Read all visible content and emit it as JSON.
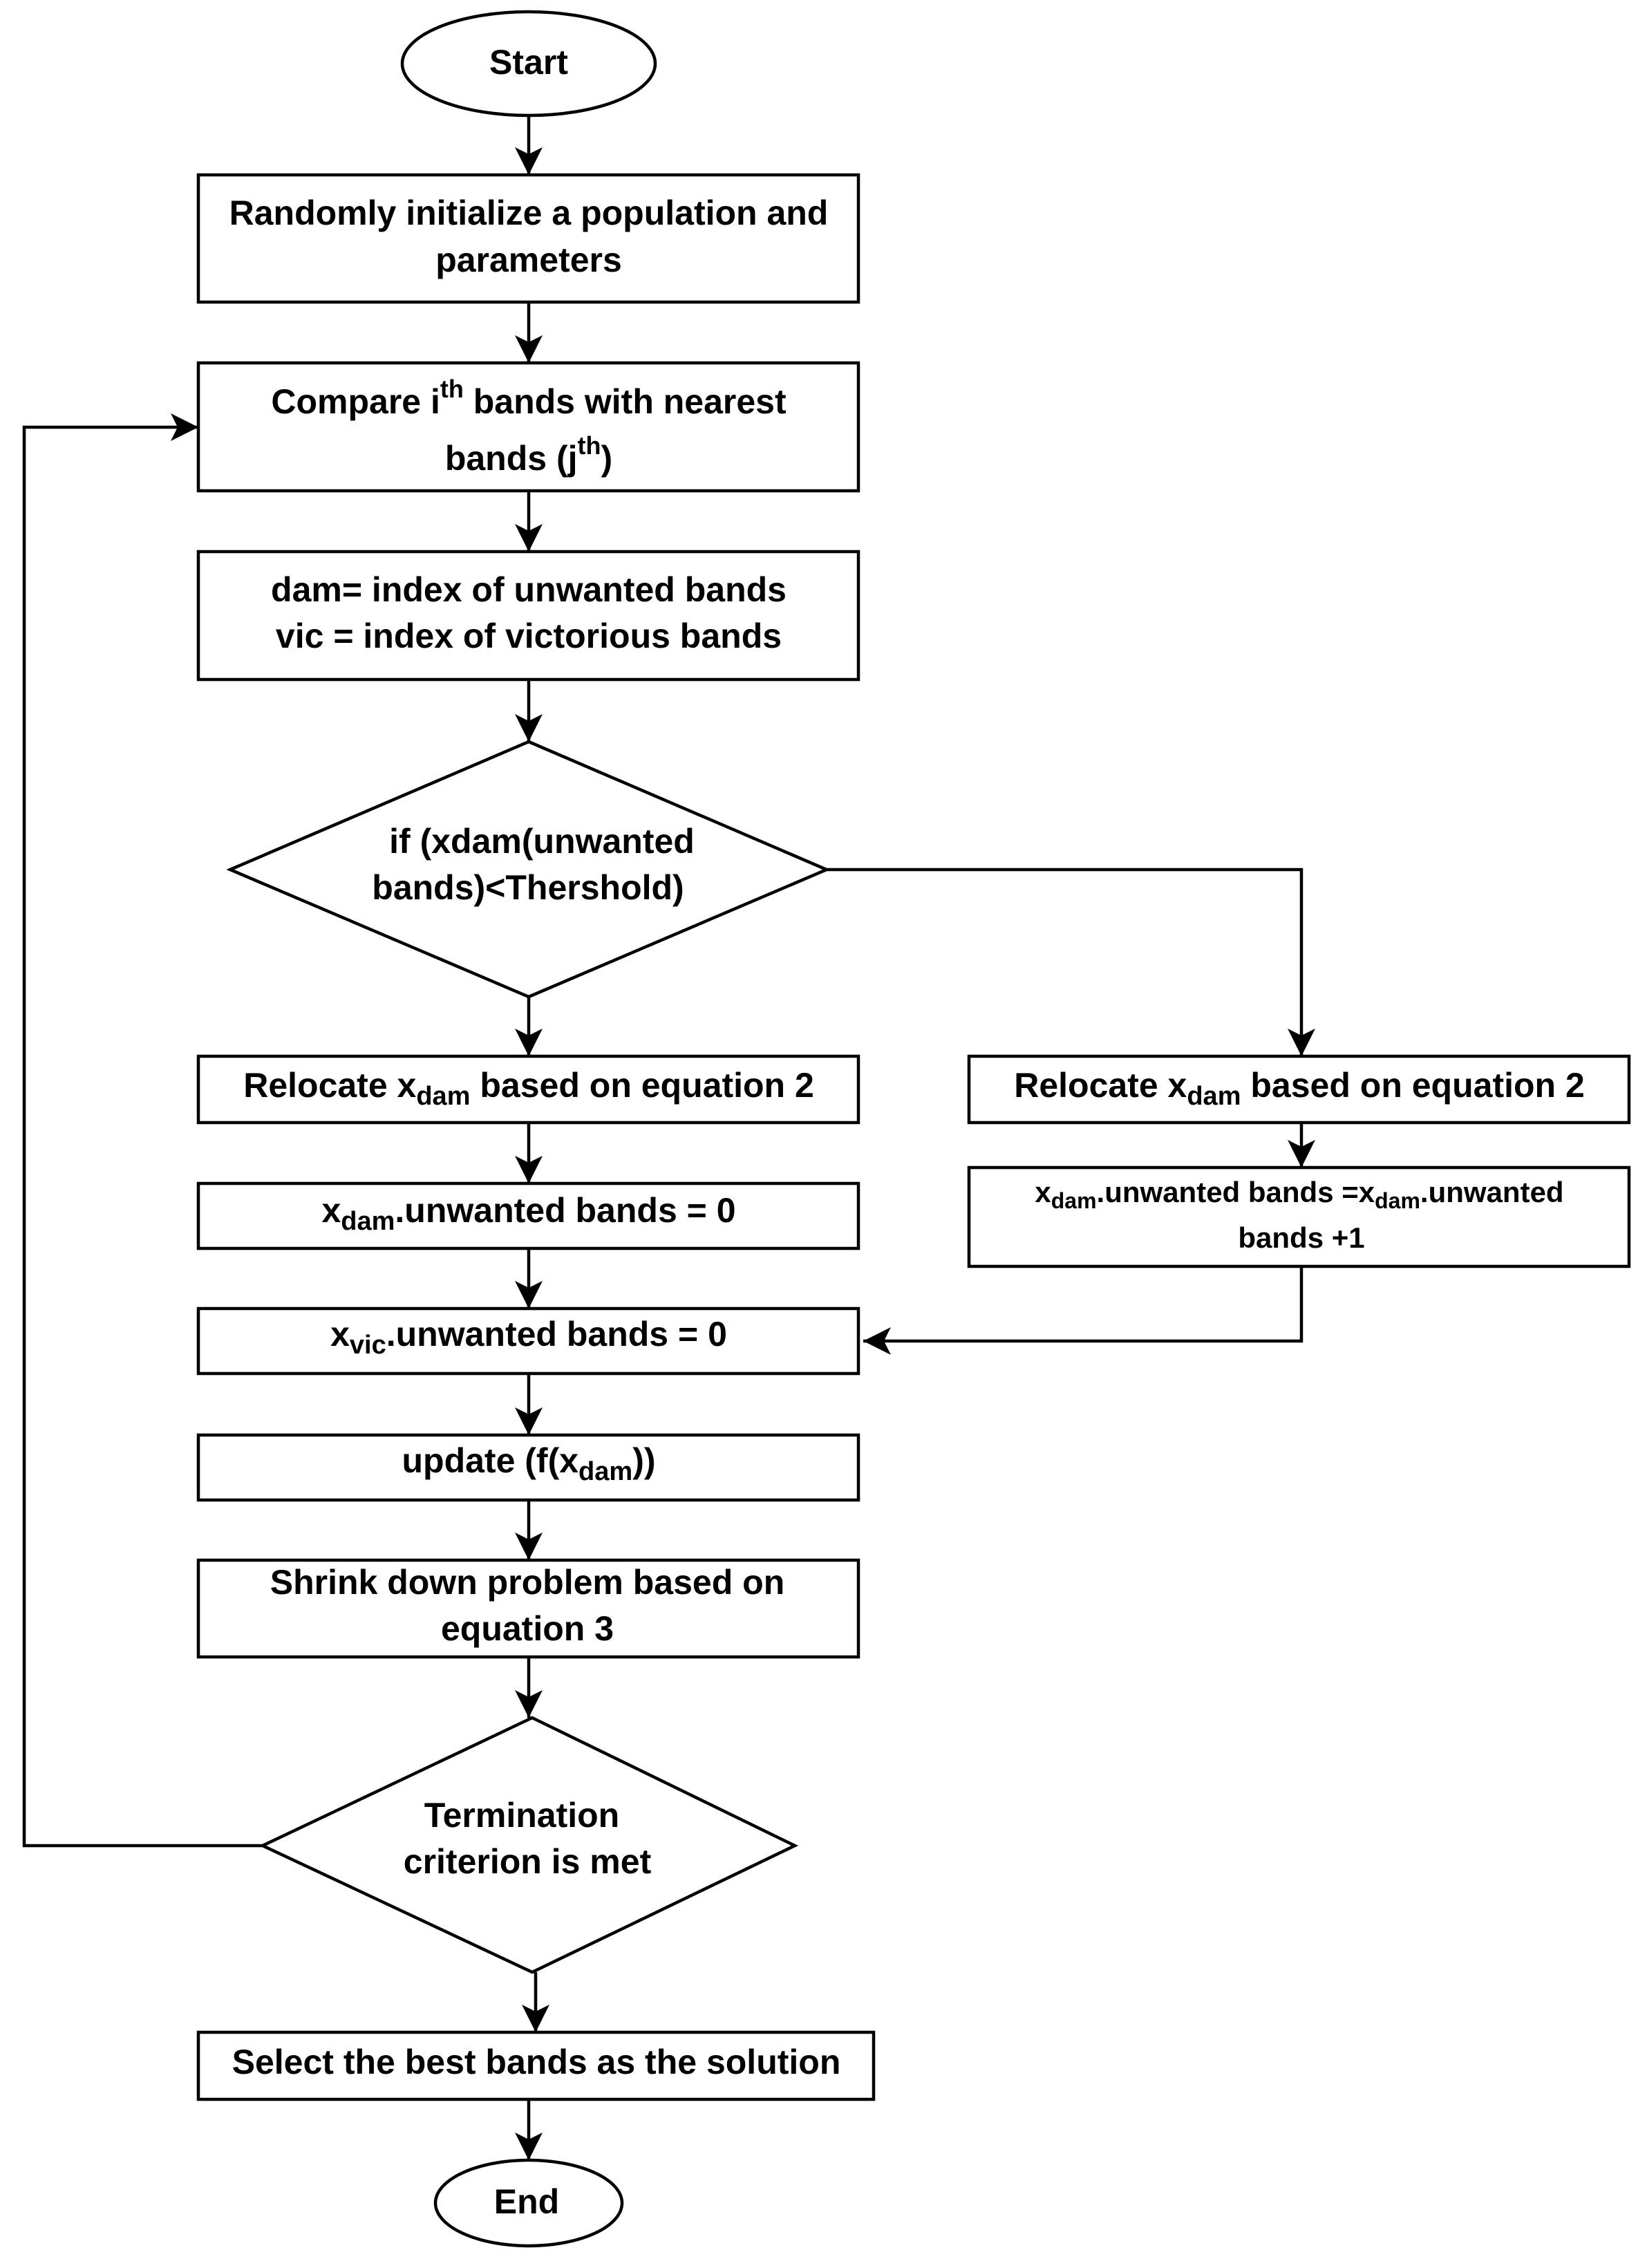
{
  "nodes": {
    "start": {
      "text": "Start"
    },
    "init": {
      "line1": "Randomly initialize a population and",
      "line2": "parameters"
    },
    "compare": {
      "l1a": "Compare i",
      "l1sup": "th",
      "l1b": " bands with nearest",
      "l2a": "bands (j",
      "l2sup": "th",
      "l2b": ")"
    },
    "dam_vic": {
      "line1": "dam= index of unwanted bands",
      "line2": "vic = index of victorious bands"
    },
    "decision1": {
      "line1": "if (xdam(unwanted",
      "line2": "bands)<Thershold)"
    },
    "relocate_left": {
      "a": "Relocate x",
      "sub": "dam",
      "b": " based on equation 2"
    },
    "relocate_right": {
      "a": "Relocate x",
      "sub": "dam",
      "b": " based on equation 2"
    },
    "reset_dam": {
      "a": "x",
      "sub": "dam",
      "b": ".unwanted bands = 0"
    },
    "increment_dam": {
      "l1a": "x",
      "l1sub1": "dam",
      "l1b": ".unwanted bands =x",
      "l1sub2": "dam",
      "l1c": ".unwanted",
      "line2": "bands +1"
    },
    "reset_vic": {
      "a": "x",
      "sub": "vic",
      "b": ".unwanted bands = 0"
    },
    "update": {
      "a": "update (f(x",
      "sub": "dam",
      "b": "))"
    },
    "shrink": {
      "line1": "Shrink down problem based on",
      "line2": "equation 3"
    },
    "termination": {
      "line1": "Termination",
      "line2": "criterion is met"
    },
    "select": {
      "text": "Select the best bands as the solution"
    },
    "end": {
      "text": "End"
    }
  }
}
